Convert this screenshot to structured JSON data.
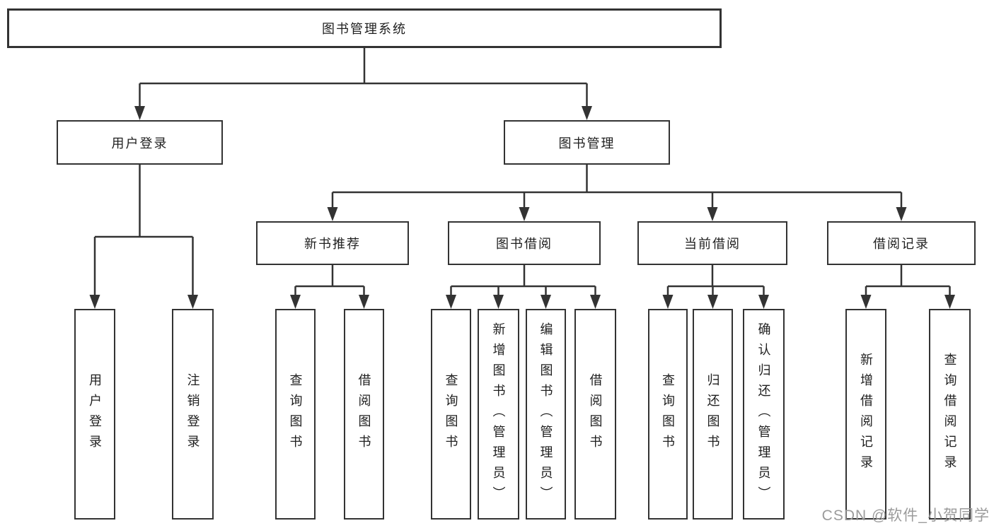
{
  "colors": {
    "line": "#333333",
    "text": "#1f1f1f",
    "box_bg": "#ffffff",
    "watermark": "#9b9b9b",
    "background": "#ffffff"
  },
  "nodes": {
    "root": "图书管理系统",
    "user_login": "用户登录",
    "book_management": "图书管理",
    "new_book_recommend": "新书推荐",
    "book_borrowing": "图书借阅",
    "current_borrowing": "当前借阅",
    "borrowing_records": "借阅记录",
    "leaf_user_login": "用户登录",
    "leaf_logout": "注销登录",
    "leaf_nb_query_books": "查询图书",
    "leaf_nb_borrow_books": "借阅图书",
    "leaf_bb_query_books": "查询图书",
    "leaf_bb_add_books": "新增图书（管理员）",
    "leaf_bb_edit_books": "编辑图书（管理员）",
    "leaf_bb_borrow_books": "借阅图书",
    "leaf_cb_query_books": "查询图书",
    "leaf_cb_return_books": "归还图书",
    "leaf_cb_confirm_return": "确认归还（管理员）",
    "leaf_br_add_record": "新增借阅记录",
    "leaf_br_query_record": "查询借阅记录"
  },
  "watermark": "CSDN @软件_小贺同学"
}
